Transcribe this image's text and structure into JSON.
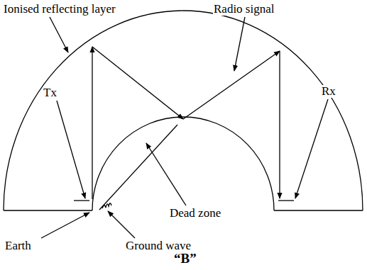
{
  "diagram": {
    "labels": [
      "Ionised reflecting layer",
      "Radio signal",
      "Tx",
      "Rx",
      "Dead zone",
      "Earth",
      "Ground wave",
      "“B”"
    ]
  }
}
